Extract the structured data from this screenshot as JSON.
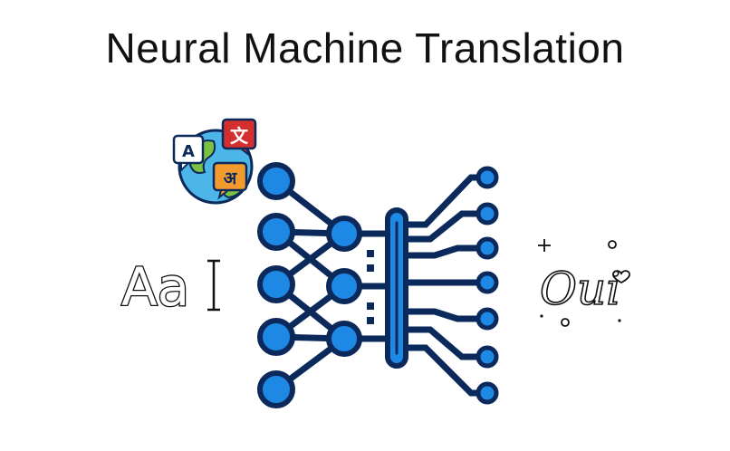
{
  "title": "Neural Machine Translation",
  "source_text": "Aa",
  "target_text": "Oui",
  "translate_icon": {
    "latin_glyph": "A",
    "chinese_glyph": "文",
    "hindi_glyph": "अ"
  },
  "colors": {
    "network_node": "#1e88e5",
    "network_outline": "#0b2a5b",
    "globe_water": "#4db6e8",
    "globe_land": "#7cc242",
    "bubble_red": "#d32f2f",
    "bubble_orange": "#f29a2e"
  },
  "icons": [
    "translate-globe-icon",
    "neural-network-icon",
    "text-cursor-icon",
    "sparkle-icon",
    "heart-icon"
  ]
}
